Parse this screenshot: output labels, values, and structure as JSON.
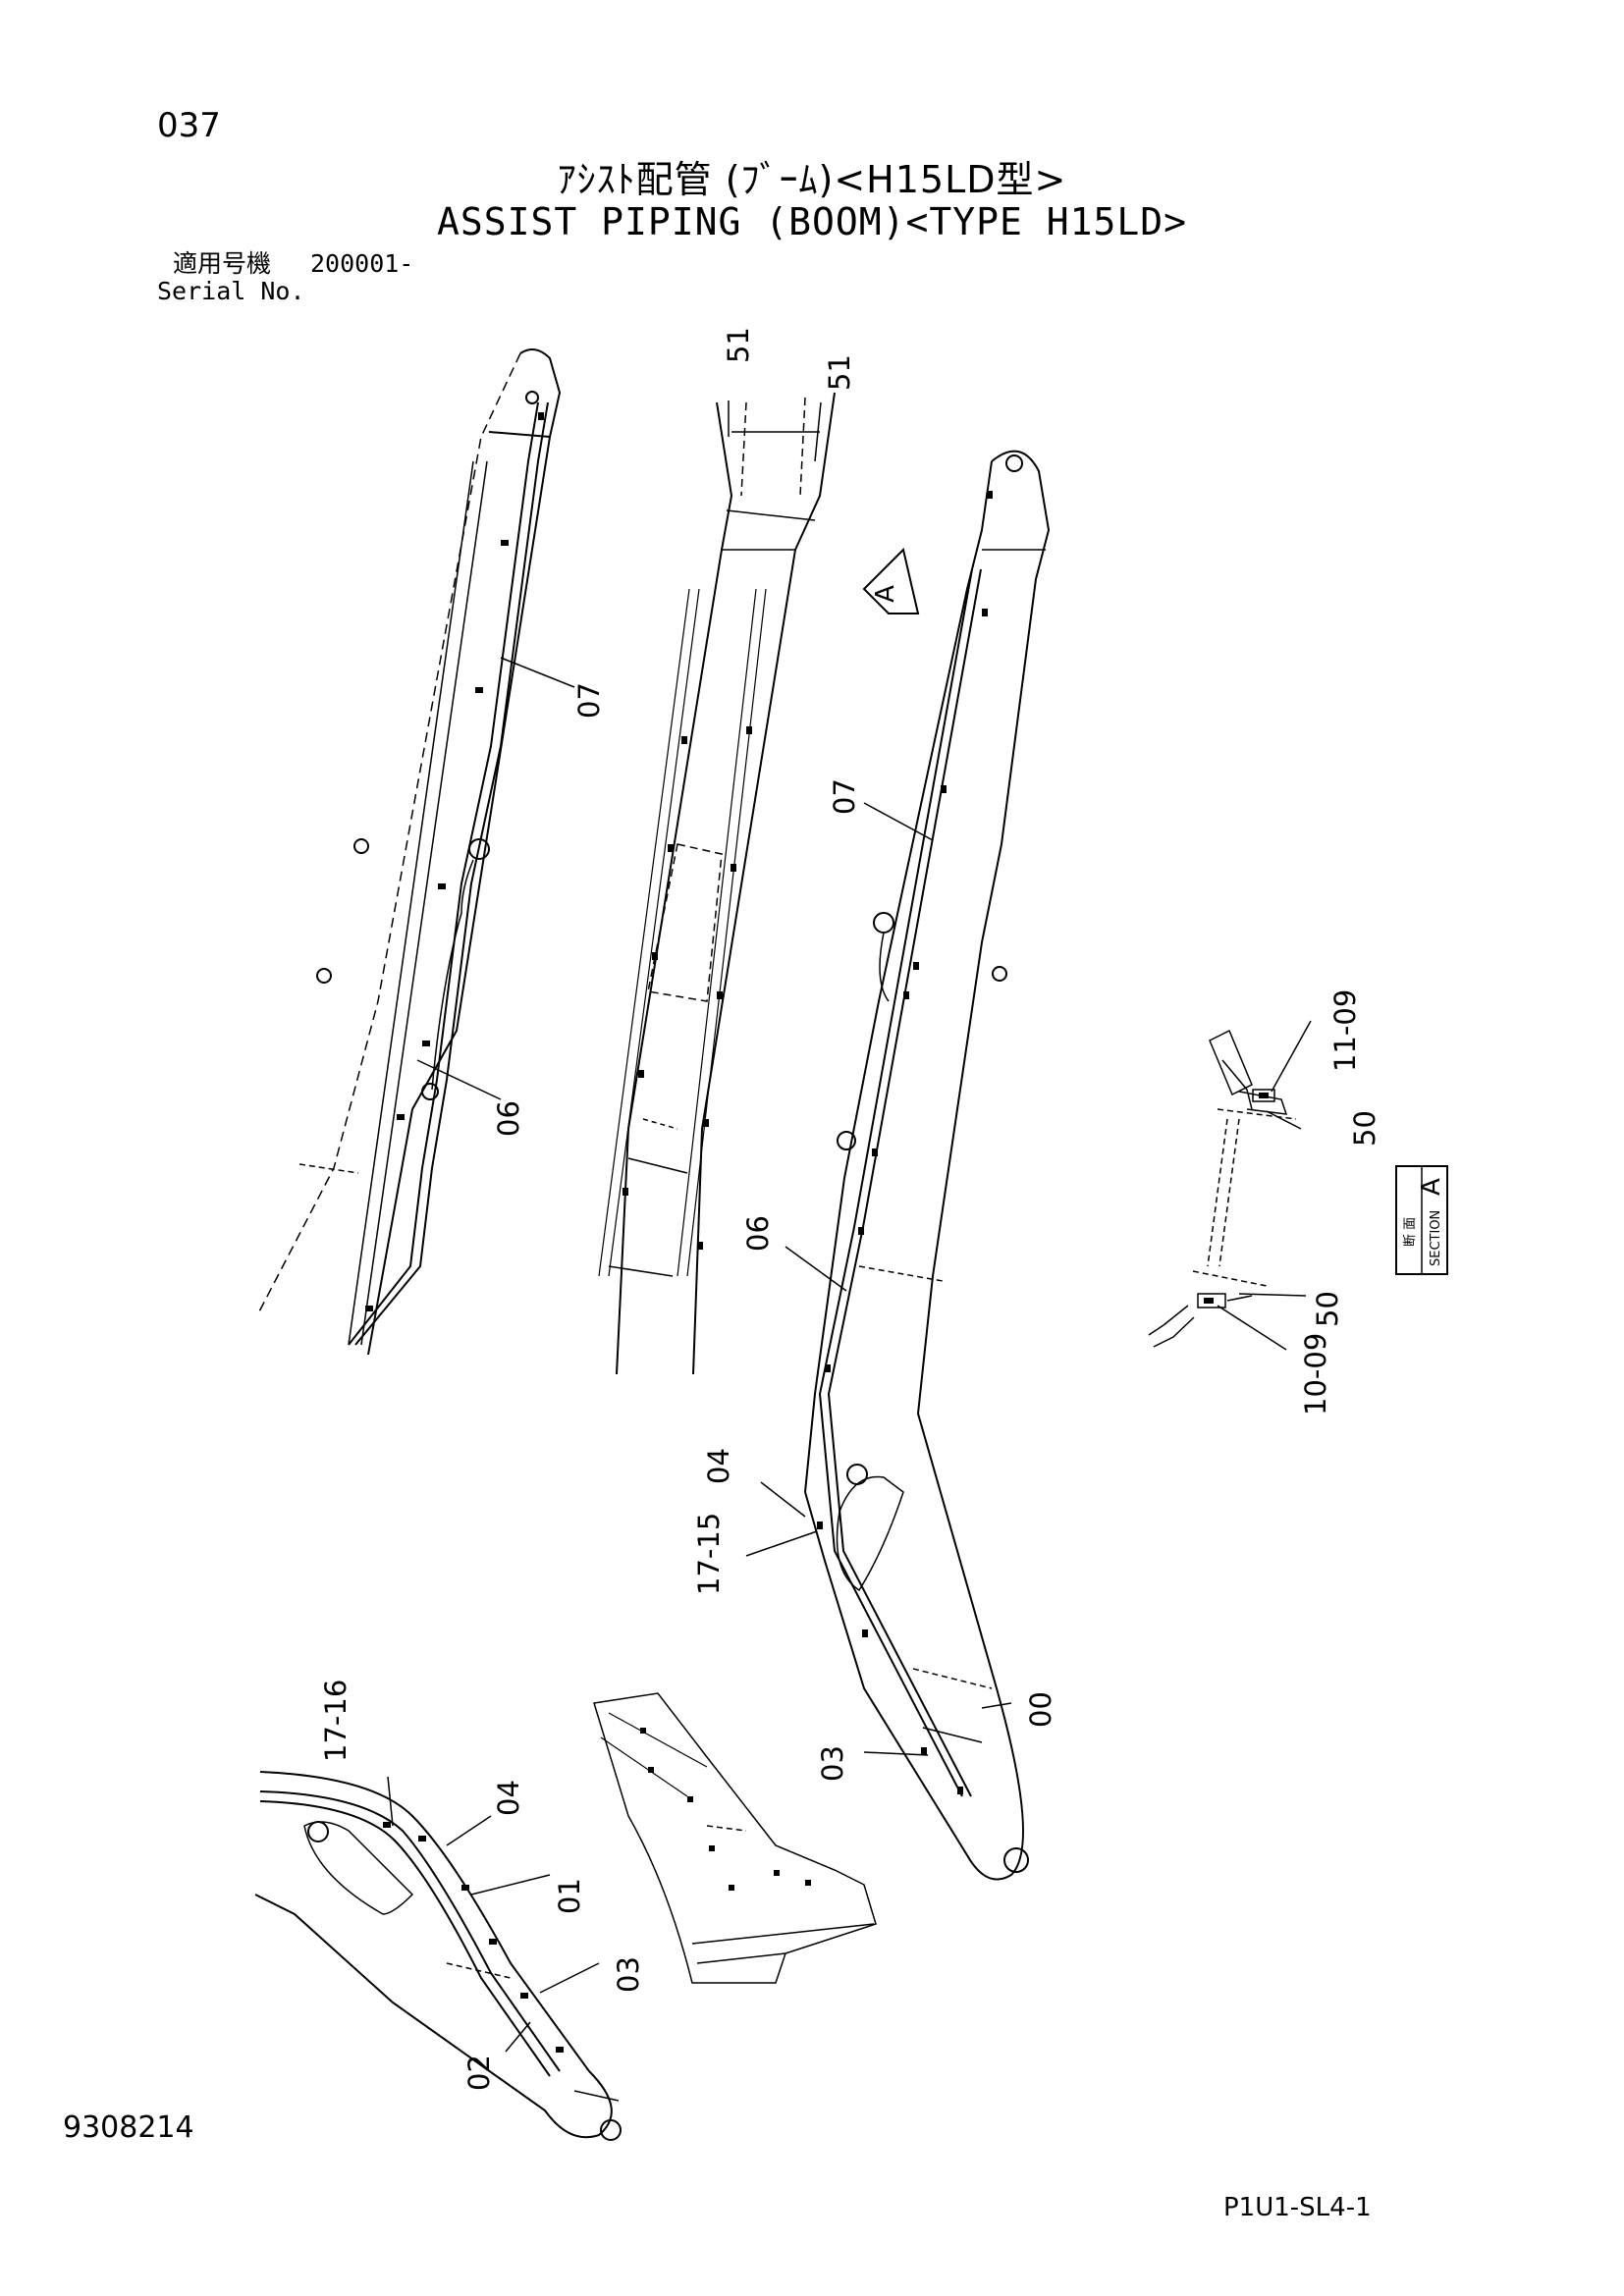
{
  "header": {
    "page_number": "037",
    "title_ja": "ｱｼｽﾄ配管 (ﾌﾞｰﾑ)<H15LD型>",
    "title_en": "ASSIST PIPING (BOOM)<TYPE H15LD>",
    "serial_label_ja": "適用号機",
    "serial_label_en": "Serial No.",
    "serial_value": "200001-"
  },
  "callouts": {
    "c51a": "51",
    "c51b": "51",
    "c07a": "07",
    "c06a": "06",
    "c07b": "07",
    "c06b": "06",
    "c04a": "04",
    "c17_15": "17-15",
    "c00": "00",
    "c03a": "03",
    "c17_16": "17-16",
    "c04b": "04",
    "c01": "01",
    "c03b": "03",
    "c02": "02",
    "c11_09": "11-09",
    "c50a": "50",
    "c50b": "50",
    "c10_09": "10-09"
  },
  "view_marker": {
    "letter": "A"
  },
  "section_label": {
    "ja": "断 面",
    "en": "SECTION",
    "letter": "A"
  },
  "footer": {
    "doc_number": "9308214",
    "page_code": "P1U1-SL4-1"
  }
}
